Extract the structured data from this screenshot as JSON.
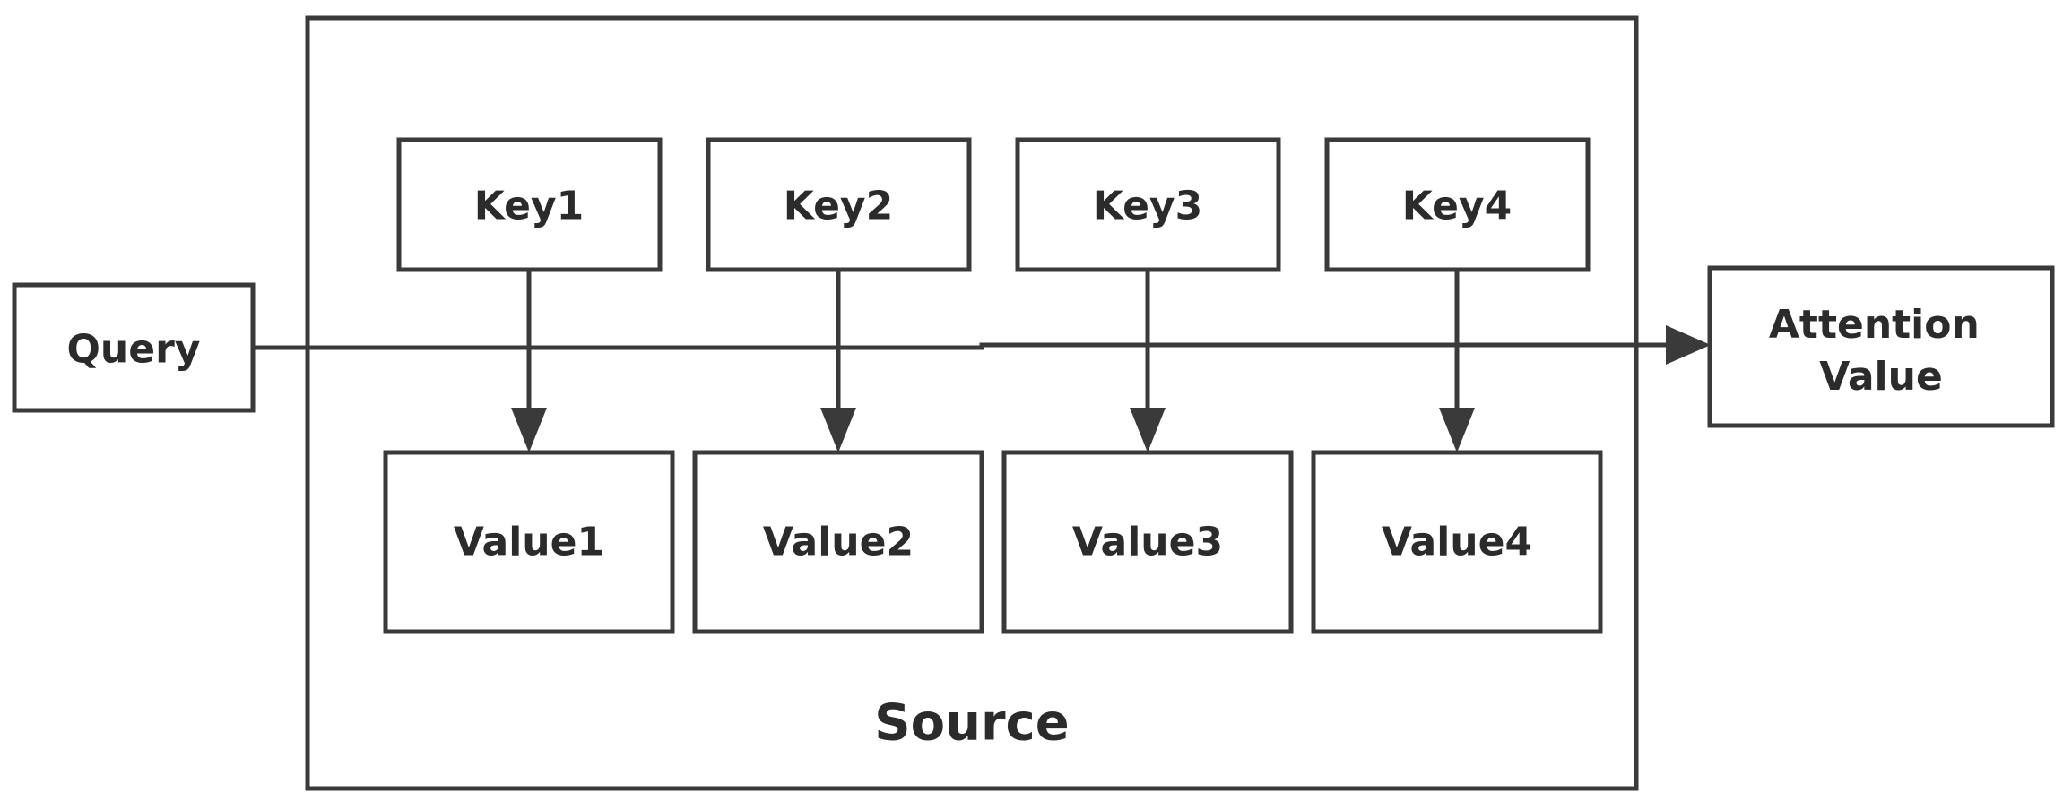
{
  "diagram": {
    "query": "Query",
    "source": "Source",
    "attention_value": [
      "Attention",
      "Value"
    ],
    "keys": [
      "Key1",
      "Key2",
      "Key3",
      "Key4"
    ],
    "values": [
      "Value1",
      "Value2",
      "Value3",
      "Value4"
    ]
  },
  "colors": {
    "stroke": "#3a3a3a",
    "text": "#2b2b2b",
    "background": "#ffffff"
  }
}
